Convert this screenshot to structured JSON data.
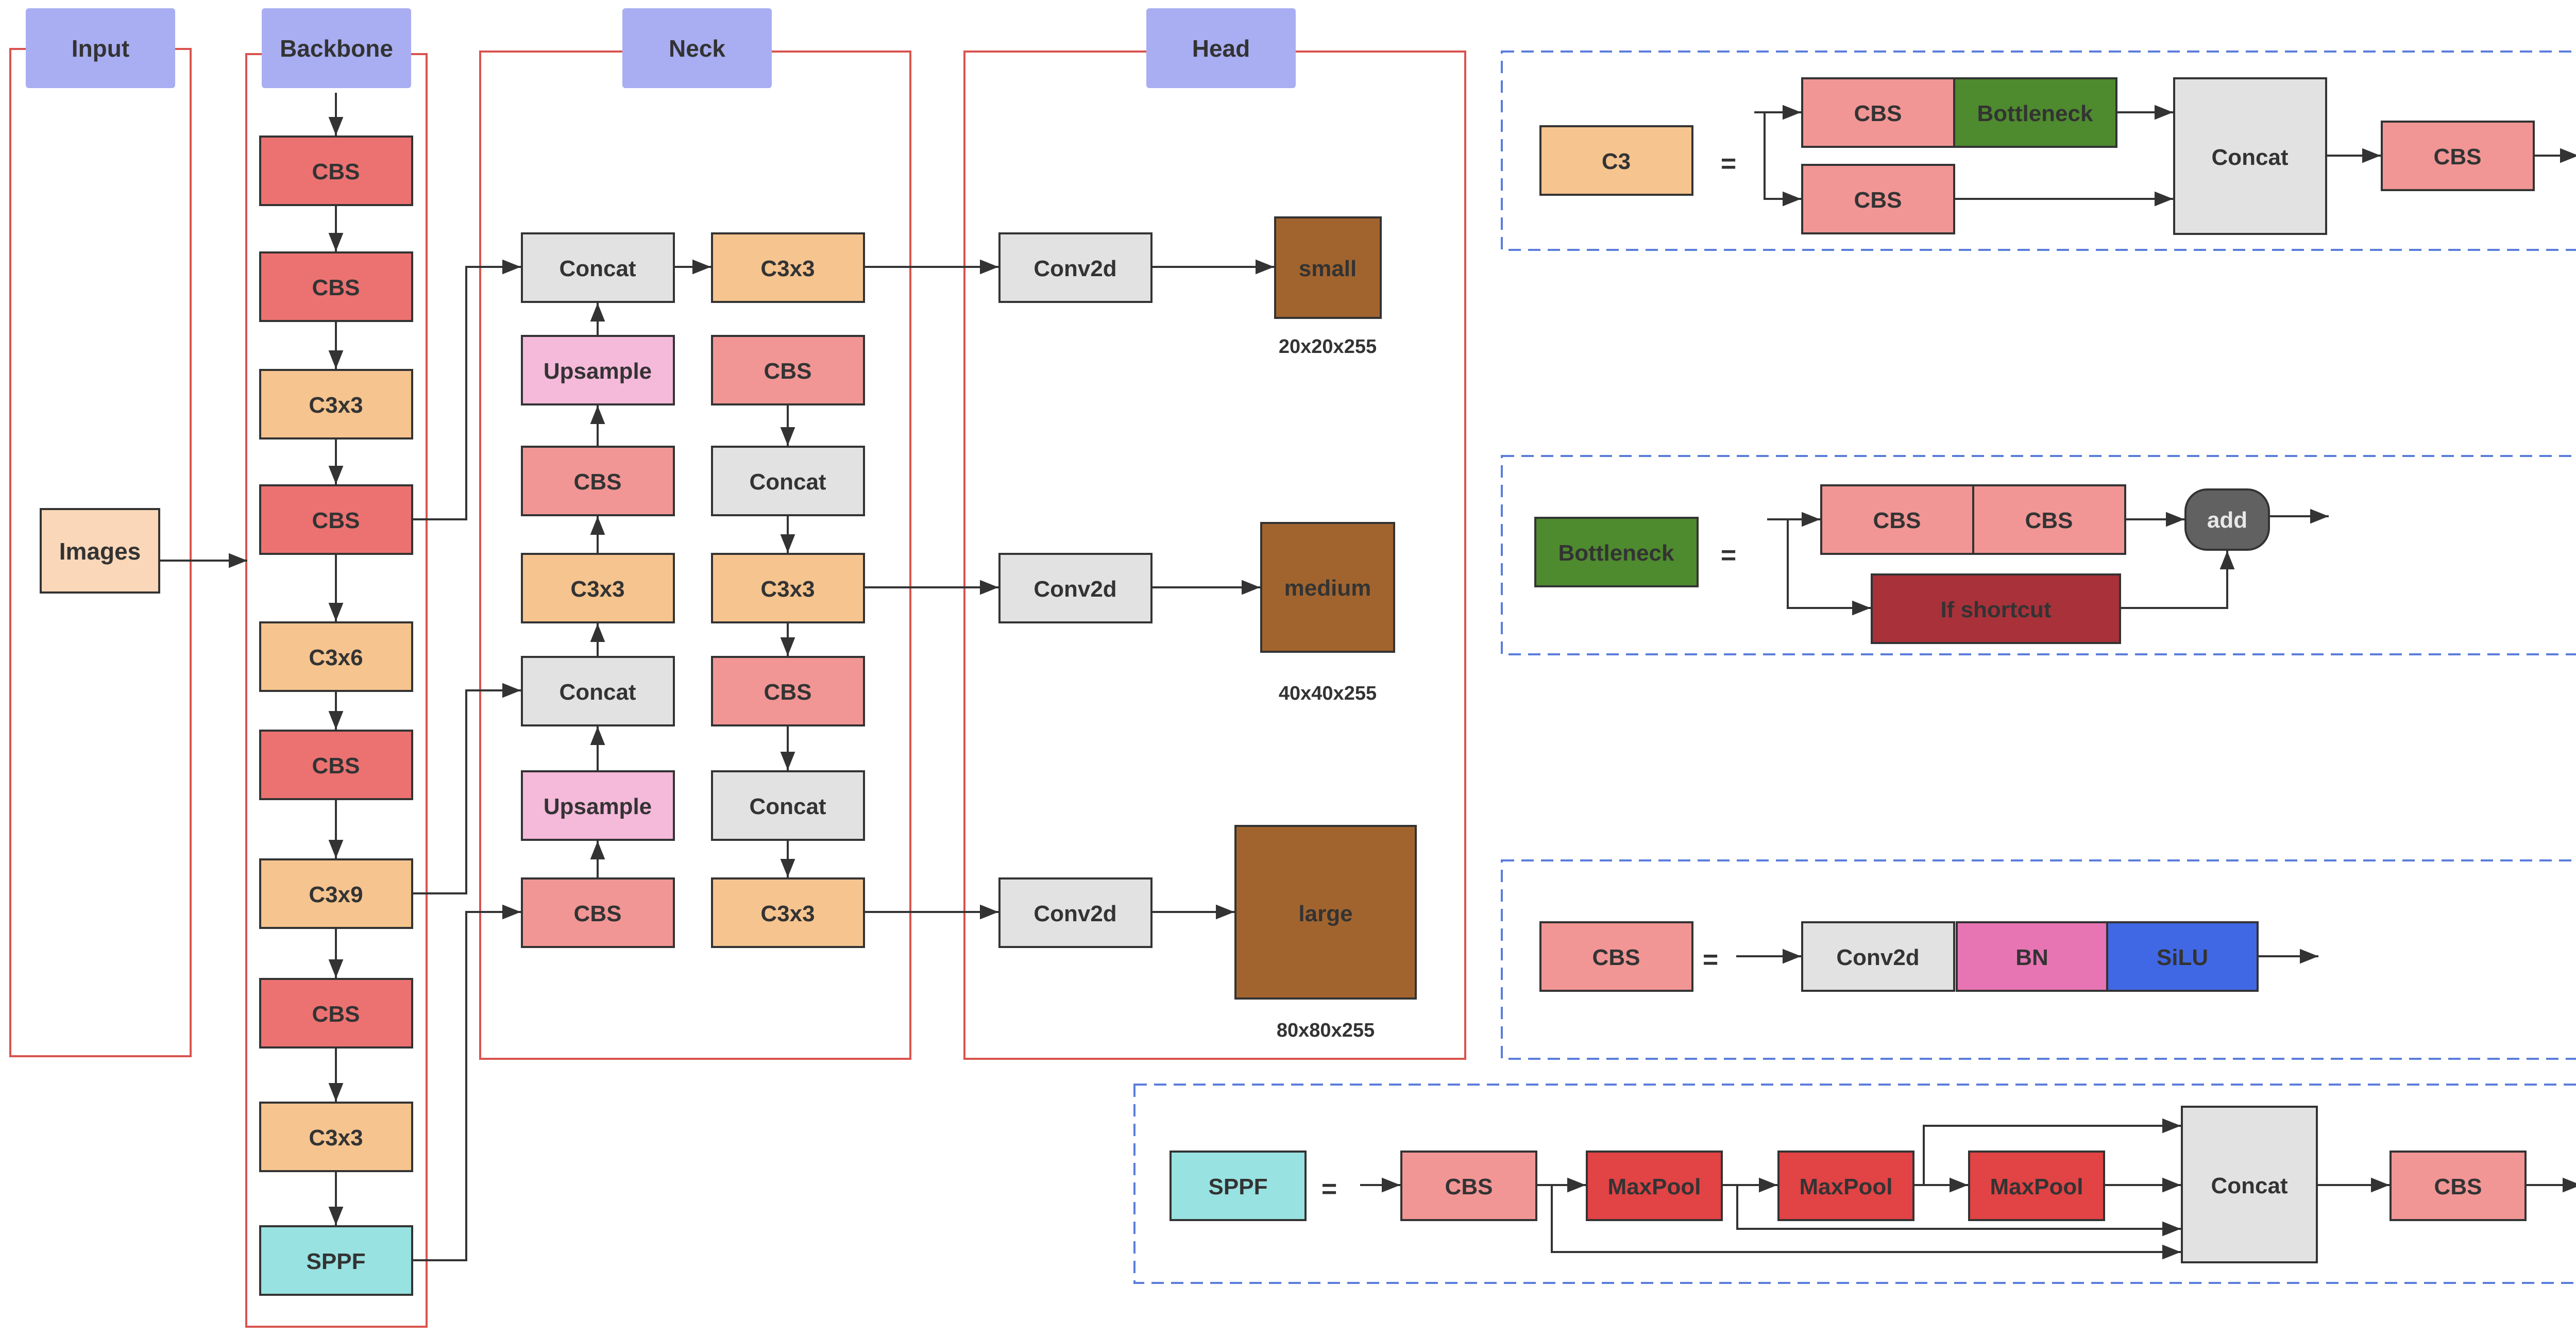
{
  "colors": {
    "header": "#a9aef2",
    "cbs_backbone": "#ec7271",
    "cbs": "#f19695",
    "c3": "#f6c48f",
    "concat": "#e2e2e2",
    "upsample": "#f5b9da",
    "sppf": "#98e2e1",
    "images": "#f9d7b8",
    "output": "#a2642e",
    "bottleneck": "#4e8a2e",
    "shortcut": "#a8313a",
    "add": "#616161",
    "bn": "#e775b4",
    "silu": "#4168e4",
    "maxpool": "#e24345",
    "panel_red": "#d9534f",
    "panel_blue": "#5b7ddb"
  },
  "headers": {
    "input": "Input",
    "backbone": "Backbone",
    "neck": "Neck",
    "head": "Head"
  },
  "input": {
    "images": "Images"
  },
  "backbone": {
    "blocks": [
      "CBS",
      "CBS",
      "C3x3",
      "CBS",
      "C3x6",
      "CBS",
      "C3x9",
      "CBS",
      "C3x3",
      "SPPF"
    ]
  },
  "neck": {
    "left_column": [
      "Concat",
      "Upsample",
      "CBS",
      "C3x3",
      "Concat",
      "Upsample",
      "CBS"
    ],
    "right_column": [
      "C3x3",
      "CBS",
      "Concat",
      "C3x3",
      "CBS",
      "Concat",
      "C3x3"
    ]
  },
  "head": {
    "conv": [
      "Conv2d",
      "Conv2d",
      "Conv2d"
    ],
    "outputs": [
      "small",
      "medium",
      "large"
    ],
    "sizes": [
      "20x20x255",
      "40x40x255",
      "80x80x255"
    ]
  },
  "legend_c3": {
    "name": "C3",
    "equals": "=",
    "cbs_top": "CBS",
    "bottleneck": "Bottleneck",
    "cbs_bottom": "CBS",
    "concat": "Concat",
    "cbs_out": "CBS"
  },
  "legend_bottleneck": {
    "name": "Bottleneck",
    "equals": "=",
    "cbs_a": "CBS",
    "cbs_b": "CBS",
    "shortcut": "If shortcut",
    "add": "add"
  },
  "legend_cbs": {
    "name": "CBS",
    "equals": "=",
    "conv": "Conv2d",
    "bn": "BN",
    "silu": "SiLU"
  },
  "legend_sppf": {
    "name": "SPPF",
    "equals": "=",
    "cbs_in": "CBS",
    "maxpool_1": "MaxPool",
    "maxpool_2": "MaxPool",
    "maxpool_3": "MaxPool",
    "concat": "Concat",
    "cbs_out": "CBS"
  }
}
